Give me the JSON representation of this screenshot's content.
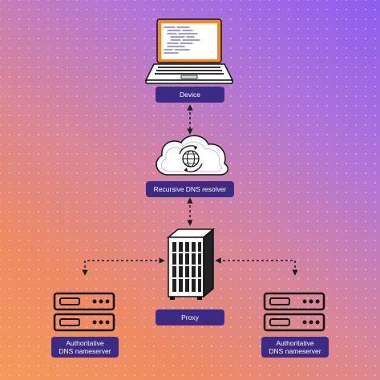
{
  "nodes": {
    "device": {
      "label": "Device"
    },
    "resolver": {
      "label": "Recursive DNS resolver"
    },
    "proxy": {
      "label": "Proxy"
    },
    "auth_left": {
      "line1": "Authoritative",
      "line2": "DNS nameserver"
    },
    "auth_right": {
      "line1": "Authoritative",
      "line2": "DNS nameserver"
    }
  },
  "colors": {
    "label_bg": "#3d2a85",
    "laptop_screen_frame": "#f08a2a",
    "laptop_screen": "#ffffff",
    "laptop_body": "#ffffff",
    "outline": "#111111",
    "connector": "#1a1a1a"
  },
  "icons": [
    "laptop-icon",
    "cloud-globe-icon",
    "server-tower-icon",
    "server-rack-icon"
  ]
}
